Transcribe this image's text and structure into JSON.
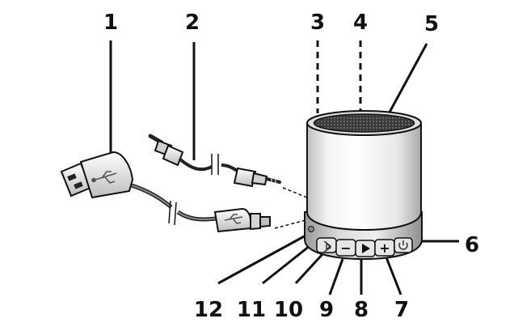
{
  "callouts": [
    {
      "id": "1",
      "label": "1"
    },
    {
      "id": "2",
      "label": "2"
    },
    {
      "id": "3",
      "label": "3"
    },
    {
      "id": "4",
      "label": "4"
    },
    {
      "id": "5",
      "label": "5"
    },
    {
      "id": "6",
      "label": "6"
    },
    {
      "id": "7",
      "label": "7"
    },
    {
      "id": "8",
      "label": "8"
    },
    {
      "id": "9",
      "label": "9"
    },
    {
      "id": "10",
      "label": "10"
    },
    {
      "id": "11",
      "label": "11"
    },
    {
      "id": "12",
      "label": "12"
    }
  ],
  "buttons": {
    "bluetooth": "bluetooth-icon",
    "minus": "−",
    "play": "play-icon",
    "plus": "+",
    "power": "power-icon"
  }
}
